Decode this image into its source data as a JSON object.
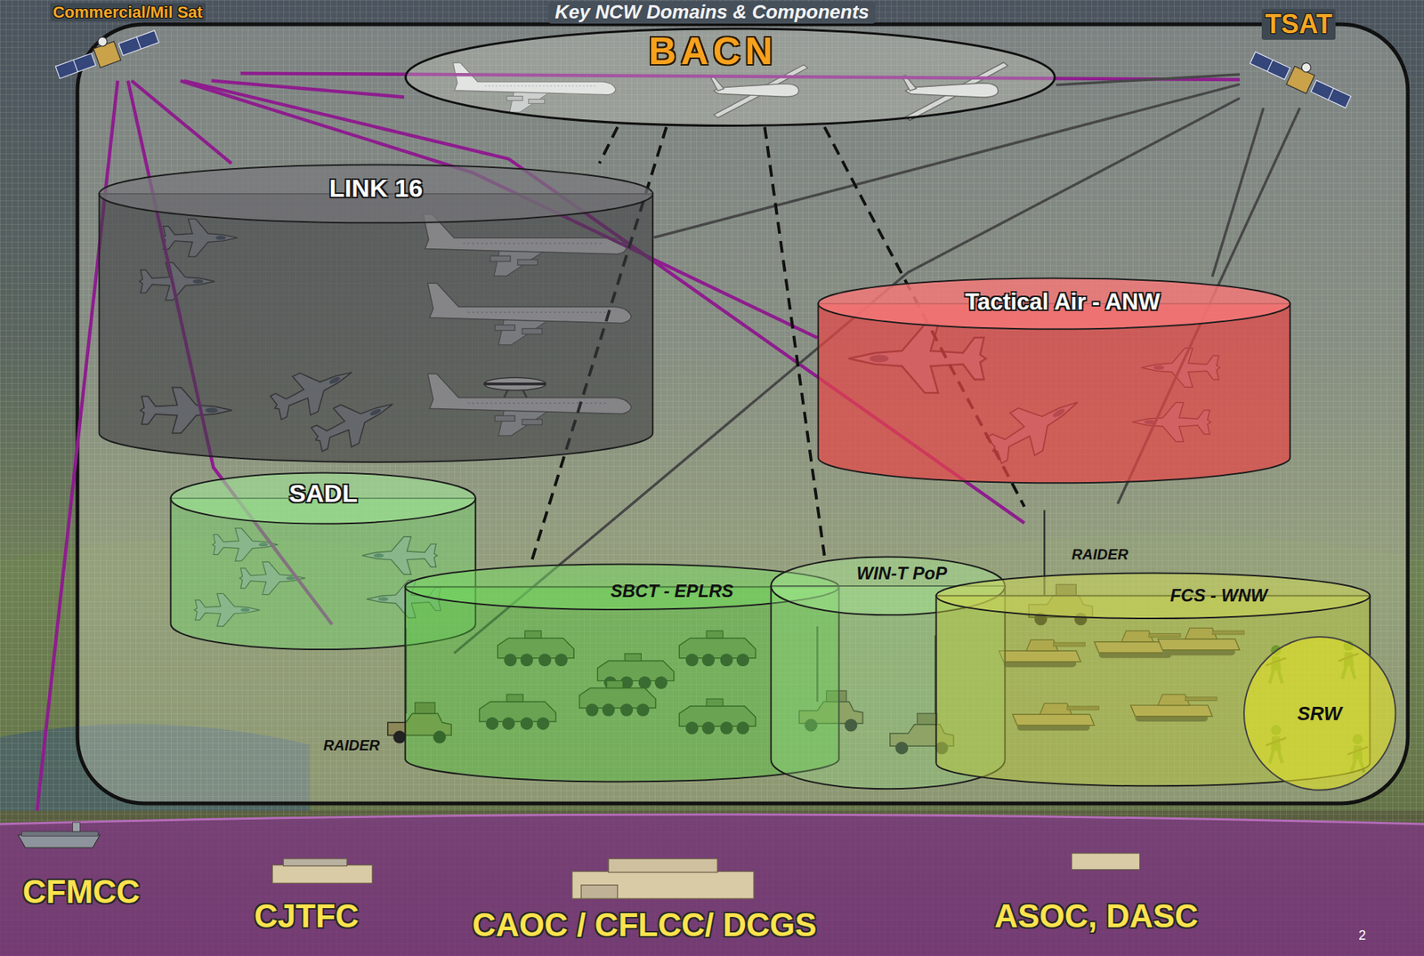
{
  "diagram": {
    "title": "Key NCW Domains & Components",
    "nodes": [
      {
        "text": [
          "Commercial/Mil Sat"
        ]
      },
      {
        "text": [
          "BACN"
        ]
      },
      {
        "text": [
          "TSAT"
        ]
      },
      {
        "text": [
          "LINK 16"
        ]
      },
      {
        "text": [
          "Tactical Air - ANW"
        ]
      },
      {
        "text": [
          "SADL"
        ]
      },
      {
        "text": [
          "SBCT - EPLRS"
        ]
      },
      {
        "text": [
          "WIN-T PoP"
        ]
      },
      {
        "text": [
          "FCS - WNW"
        ]
      },
      {
        "text": [
          "SRW"
        ],
        "in": 8
      },
      {
        "text": [
          "RAIDER"
        ]
      },
      {
        "text": [
          "RAIDER"
        ]
      },
      {
        "text": [
          "CFMCC"
        ]
      },
      {
        "text": [
          "CJTFC"
        ]
      },
      {
        "text": [
          "CAOC / CFLCC/ DCGS"
        ]
      },
      {
        "text": [
          "ASOC, DASC"
        ]
      }
    ],
    "edges": [
      {
        "from": 0,
        "to": 2,
        "arrow": "none"
      },
      {
        "from": 0,
        "to": 1,
        "arrow": "none"
      },
      {
        "from": 0,
        "to": 3,
        "arrow": "none"
      },
      {
        "from": 0,
        "to": 4,
        "arrow": "none"
      },
      {
        "from": 0,
        "to": 10,
        "arrow": "none"
      },
      {
        "from": 0,
        "to": 11,
        "arrow": "none"
      },
      {
        "from": 0,
        "to": 12,
        "arrow": "none"
      },
      {
        "from": 2,
        "to": 1,
        "arrow": "none"
      },
      {
        "from": 2,
        "to": 3,
        "arrow": "none"
      },
      {
        "from": 2,
        "to": 4,
        "arrow": "none"
      },
      {
        "from": 2,
        "to": 10,
        "arrow": "none"
      },
      {
        "from": 2,
        "to": 11,
        "arrow": "none"
      },
      {
        "from": 1,
        "to": 3,
        "arrow": "none"
      },
      {
        "from": 1,
        "to": 6,
        "arrow": "none"
      },
      {
        "from": 1,
        "to": 7,
        "arrow": "none"
      },
      {
        "from": 1,
        "to": 11,
        "arrow": "none"
      }
    ],
    "labels": [
      "2"
    ]
  }
}
